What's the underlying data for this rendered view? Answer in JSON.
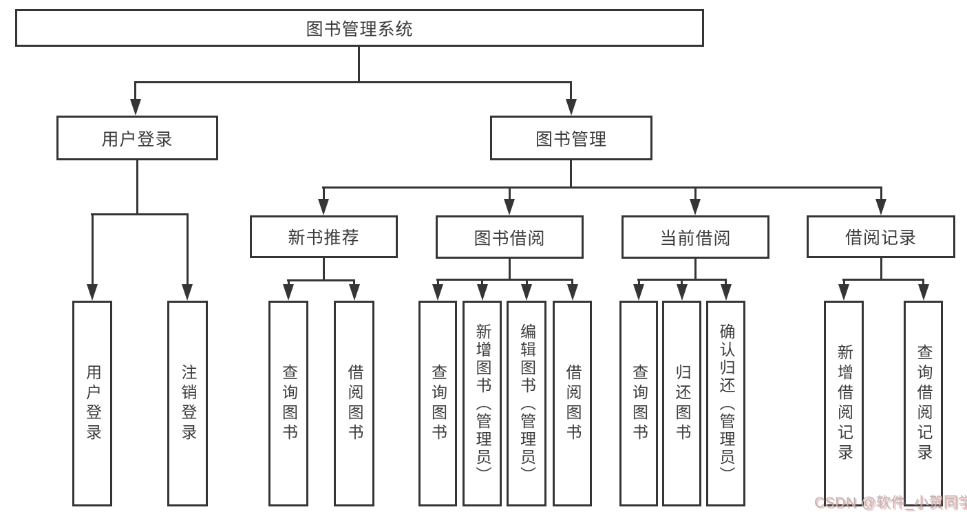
{
  "diagram": {
    "root": "图书管理系统",
    "branches": {
      "user_login": {
        "label": "用户登录",
        "children": [
          "用户登录",
          "注销登录"
        ]
      },
      "book_mgmt": {
        "label": "图书管理",
        "sections": {
          "new_book_rec": {
            "label": "新书推荐",
            "children": [
              "查询图书",
              "借阅图书"
            ]
          },
          "book_borrow": {
            "label": "图书借阅",
            "children": [
              "查询图书",
              "新增图书（管理员）",
              "编辑图书（管理员）",
              "借阅图书"
            ]
          },
          "current_borrow": {
            "label": "当前借阅",
            "children": [
              "查询图书",
              "归还图书",
              "确认归还（管理员）"
            ]
          },
          "borrow_records": {
            "label": "借阅记录",
            "children": [
              "新增借阅记录",
              "查询借阅记录"
            ]
          }
        }
      }
    }
  },
  "watermark": "CSDN @软件_小贺同学"
}
